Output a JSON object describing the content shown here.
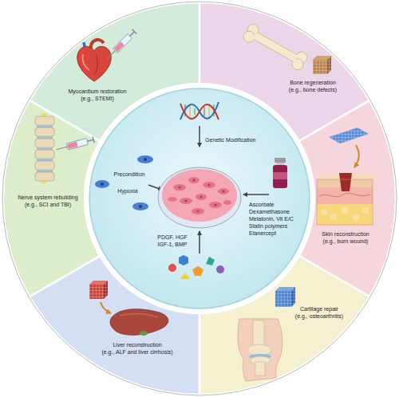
{
  "diagram": {
    "nodes": [
      {
        "text": [
          "Myocardium restoration",
          "(e.g., STEMI)"
        ]
      },
      {
        "text": [
          "Bone regeneration",
          "(e.g., bone defects)"
        ]
      },
      {
        "text": [
          "Skin reconstruction",
          "(e.g., burn wound)"
        ]
      },
      {
        "text": [
          "Cartilage repair",
          "(e.g., osteoarthritis)"
        ]
      },
      {
        "text": [
          "Liver reconstruction",
          "(e.g., ALF and liver cirrhosis)"
        ]
      },
      {
        "text": [
          "Nerve system rebuilding",
          "(e.g., SCI and TBI)"
        ]
      },
      {
        "text": [
          "Genetic Modification",
          "Precondition",
          "Hypoxia",
          "PDGF, HGF",
          "IGF-1, BMP",
          "Ascorbate",
          "Dexamethasone",
          "Melatonin, Vit E/C",
          "Statin polymers",
          "Etanercept"
        ]
      }
    ]
  }
}
